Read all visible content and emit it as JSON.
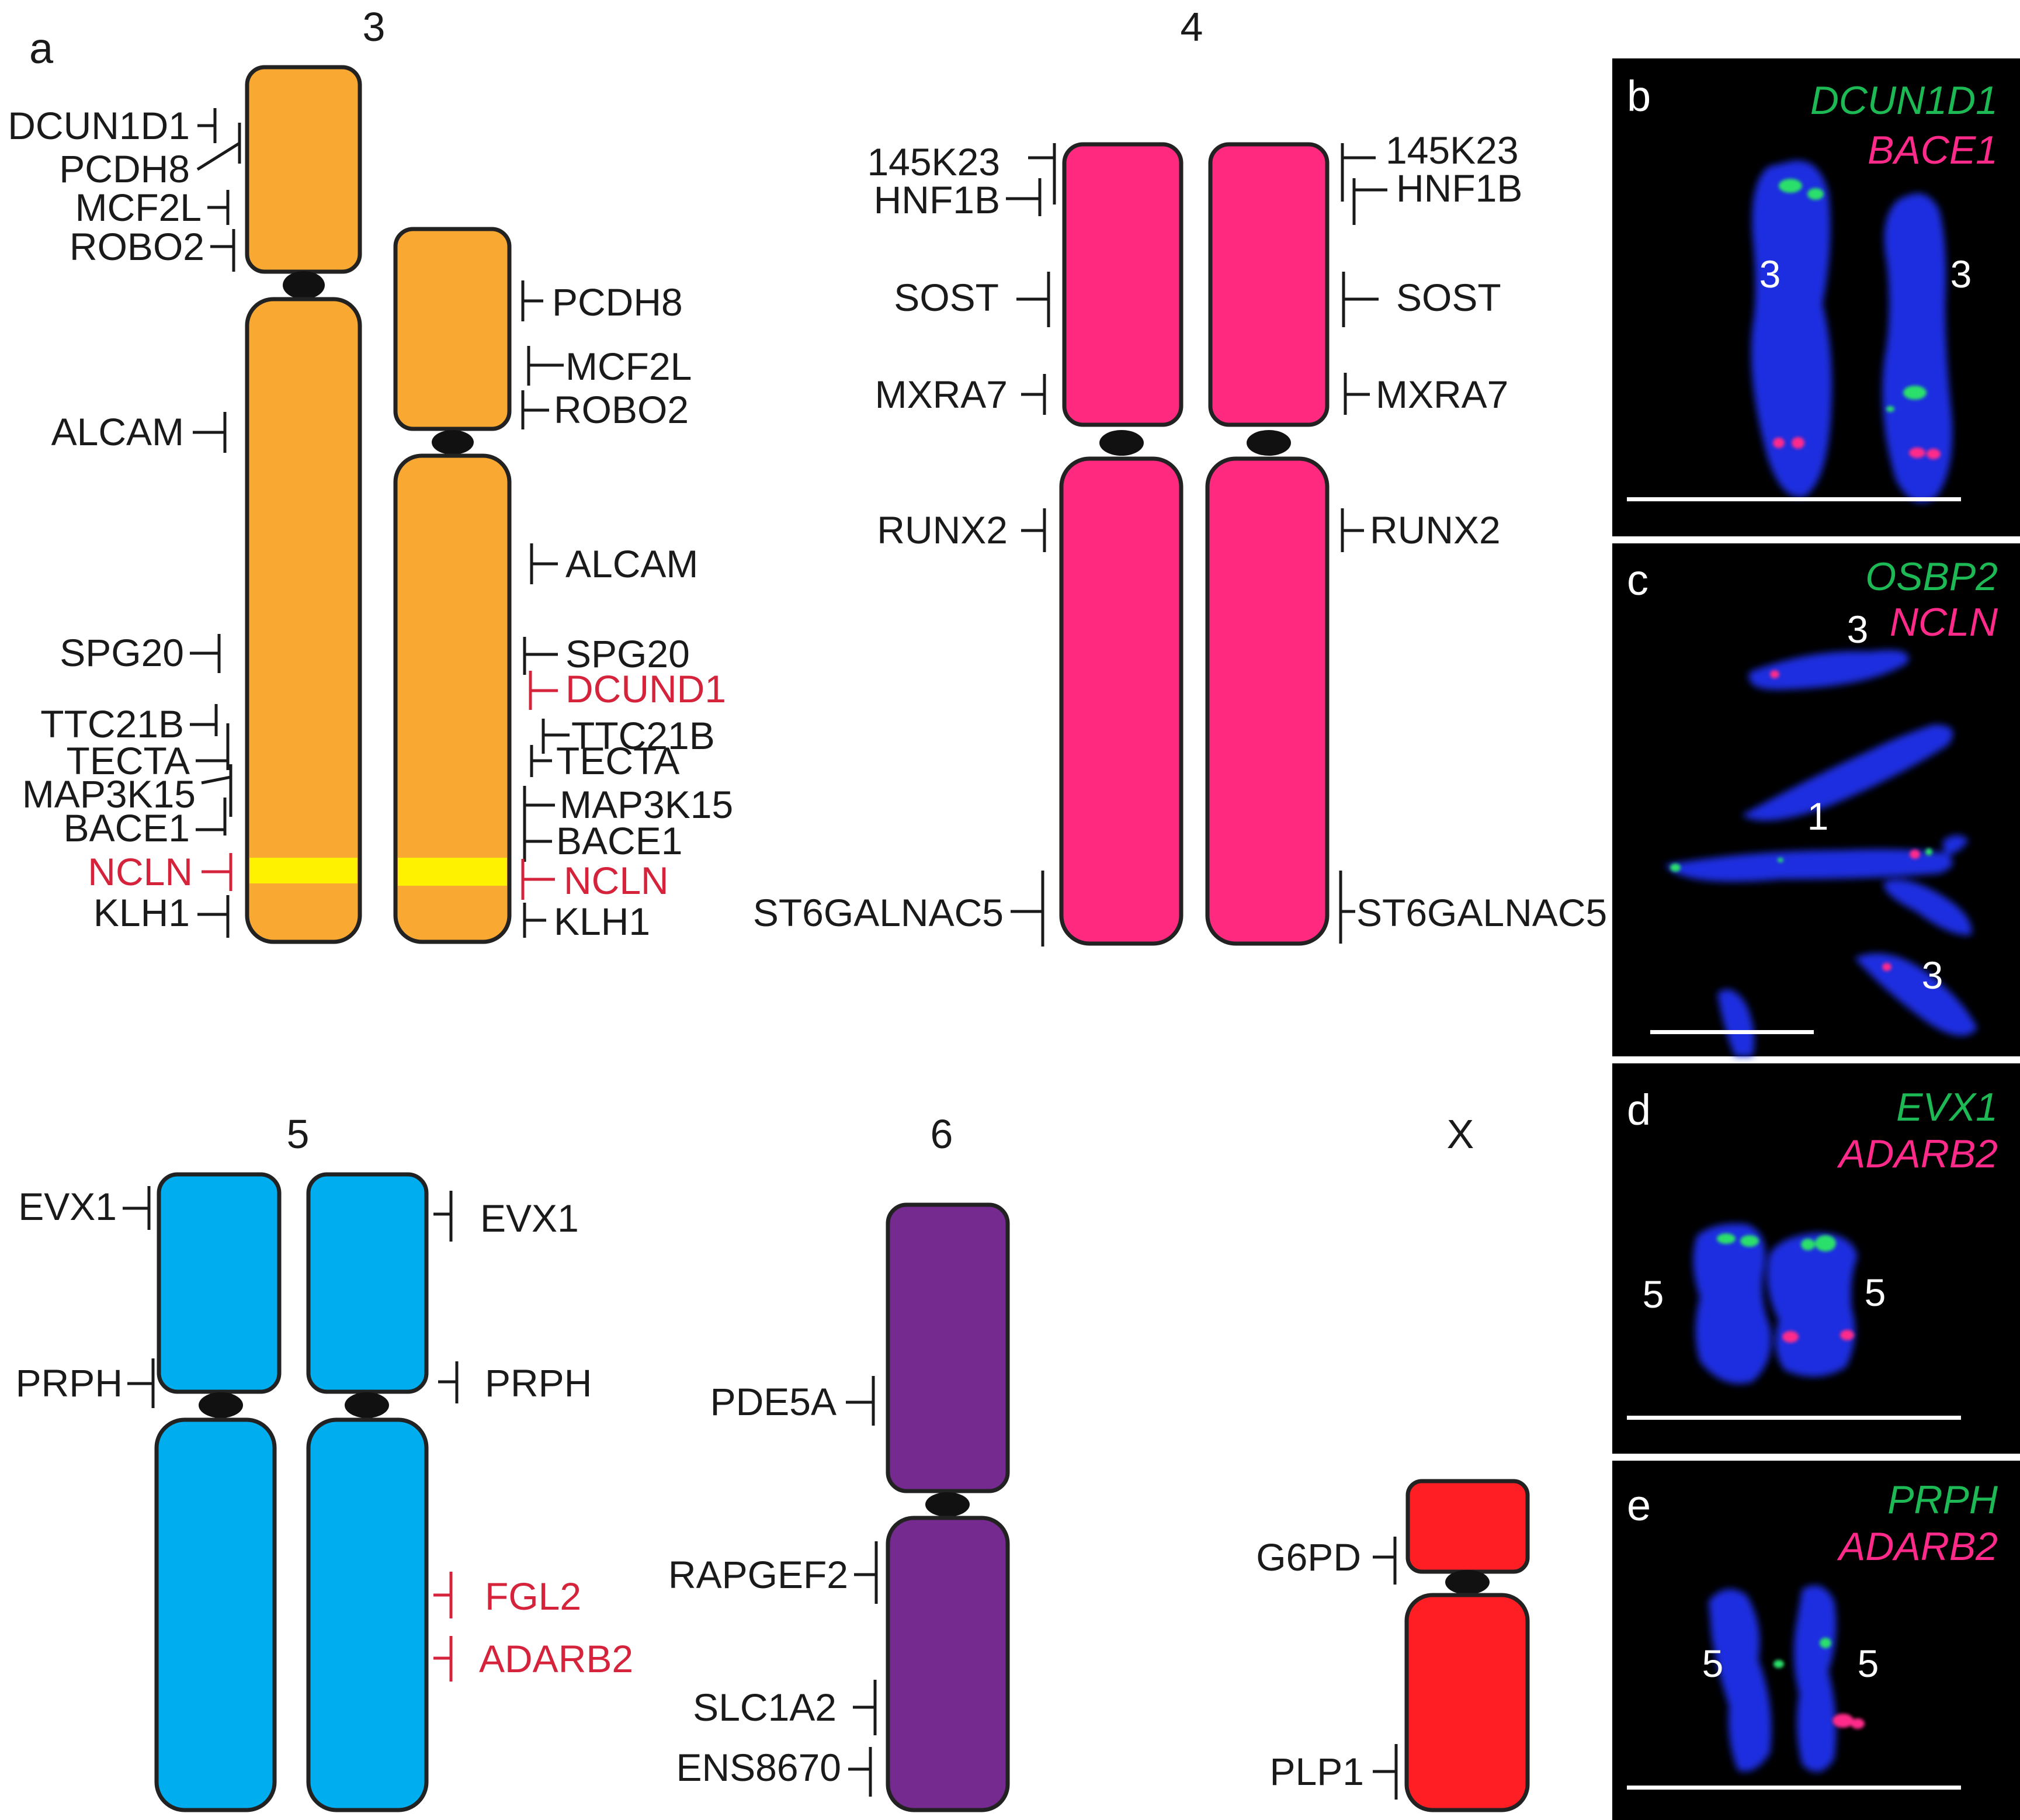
{
  "figure": {
    "panel_a_letter": "a",
    "chromosomes": {
      "c3": {
        "title": "3",
        "color": "#f9a832"
      },
      "c4": {
        "title": "4",
        "color": "#ff2a7f"
      },
      "c5": {
        "title": "5",
        "color": "#00adef"
      },
      "c6": {
        "title": "6",
        "color": "#742a8e"
      },
      "cX": {
        "title": "X",
        "color": "#ff1e24"
      }
    },
    "band_color": "#fff200",
    "highlight_color": "#d6233c",
    "chr3_left_labels": [
      "DCUN1D1",
      "PCDH8",
      "MCF2L",
      "ROBO2",
      "ALCAM",
      "SPG20",
      "TTC21B",
      "TECTA",
      "MAP3K15",
      "BACE1",
      "NCLN",
      "KLH1"
    ],
    "chr3_right_labels": [
      "PCDH8",
      "MCF2L",
      "ROBO2",
      "ALCAM",
      "SPG20",
      "DCUND1",
      "TTC21B",
      "TECTA",
      "MAP3K15",
      "BACE1",
      "NCLN",
      "KLH1"
    ],
    "chr4_left_labels": [
      "145K23",
      "HNF1B",
      "SOST",
      "MXRA7",
      "RUNX2",
      "ST6GALNAC5"
    ],
    "chr4_right_labels": [
      "145K23",
      "HNF1B",
      "SOST",
      "MXRA7",
      "RUNX2",
      "ST6GALNAC5"
    ],
    "chr5_left_labels": [
      "EVX1",
      "PRPH"
    ],
    "chr5_right_labels": [
      "EVX1",
      "PRPH",
      "FGL2",
      "ADARB2"
    ],
    "chr6_labels": [
      "PDE5A",
      "RAPGEF2",
      "SLC1A2",
      "ENS8670"
    ],
    "chrX_labels": [
      "G6PD",
      "PLP1"
    ],
    "fish_panels": [
      {
        "letter": "b",
        "probe_green": "DCUN1D1",
        "probe_red": "BACE1",
        "numbers": [
          "3",
          "3"
        ]
      },
      {
        "letter": "c",
        "probe_green": "OSBP2",
        "probe_red": "NCLN",
        "numbers": [
          "3",
          "1",
          "3"
        ]
      },
      {
        "letter": "d",
        "probe_green": "EVX1",
        "probe_red": "ADARB2",
        "numbers": [
          "5",
          "5"
        ]
      },
      {
        "letter": "e",
        "probe_green": "PRPH",
        "probe_red": "ADARB2",
        "numbers": [
          "5",
          "5"
        ]
      }
    ],
    "probe_green_color": "#1db954",
    "probe_red_color": "#ff2a8a"
  }
}
